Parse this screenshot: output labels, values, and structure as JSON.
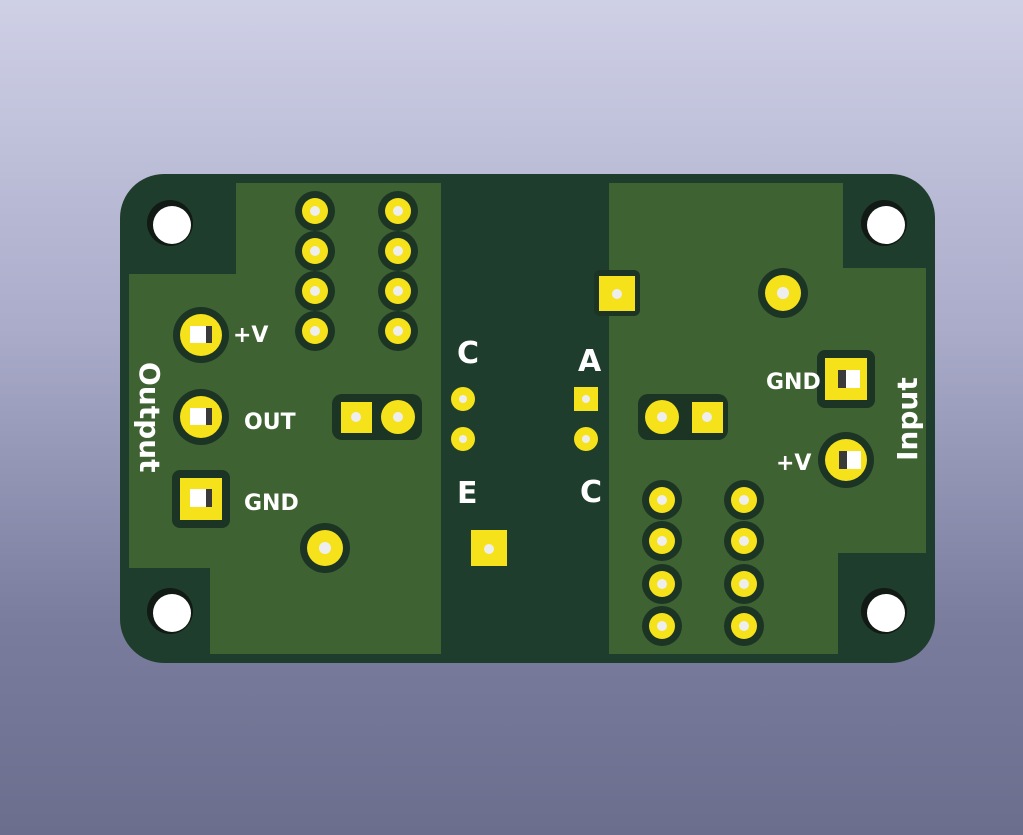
{
  "viewer": {
    "background_top": "#cfd0e6",
    "background_bottom": "#6c6e8e"
  },
  "board": {
    "substrate_color": "#1f3d2c",
    "copper_pour_color": "#3f6232",
    "pad_color": "#f5e21a",
    "silkscreen_color": "#ffffff",
    "labels": {
      "output_title": "Output",
      "input_title": "Input",
      "output_plus_v": "+V",
      "output_out": "OUT",
      "output_gnd": "GND",
      "input_gnd": "GND",
      "input_plus_v": "+V",
      "left_c": "C",
      "left_e": "E",
      "right_a": "A",
      "right_c": "C"
    }
  }
}
